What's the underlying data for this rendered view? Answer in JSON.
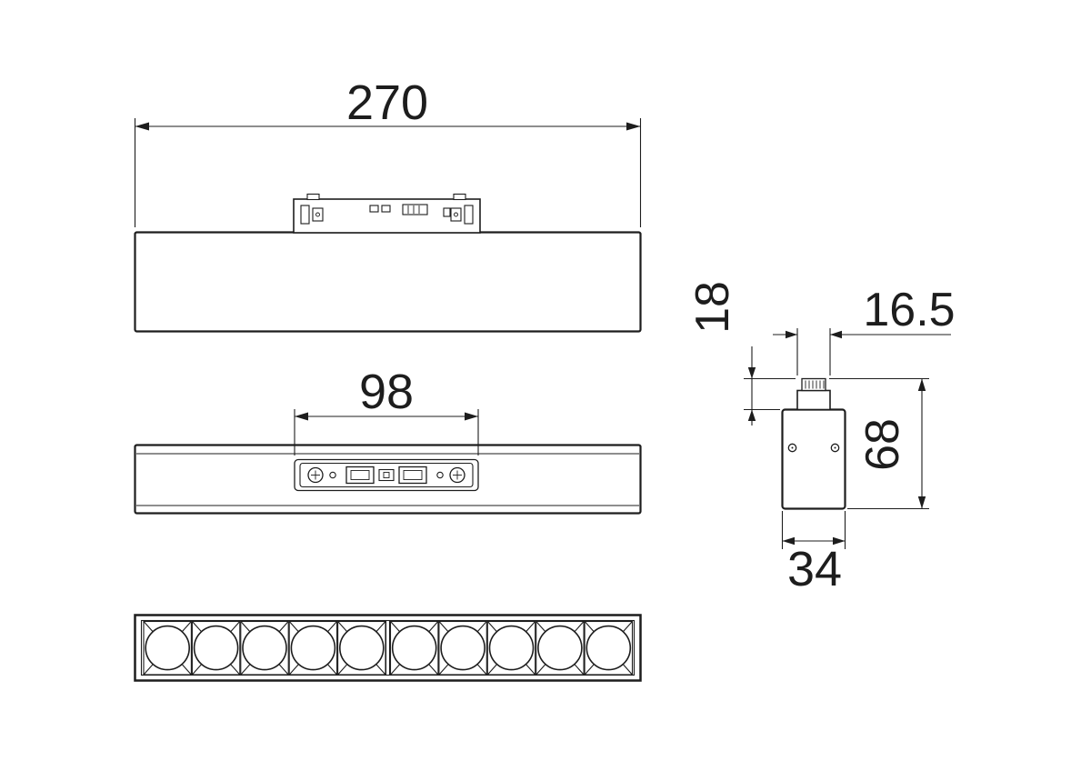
{
  "dimensions": {
    "overall_length": "270",
    "adapter_length": "98",
    "adapter_height": "18",
    "stem_width": "16.5",
    "total_height": "68",
    "body_width": "34"
  }
}
